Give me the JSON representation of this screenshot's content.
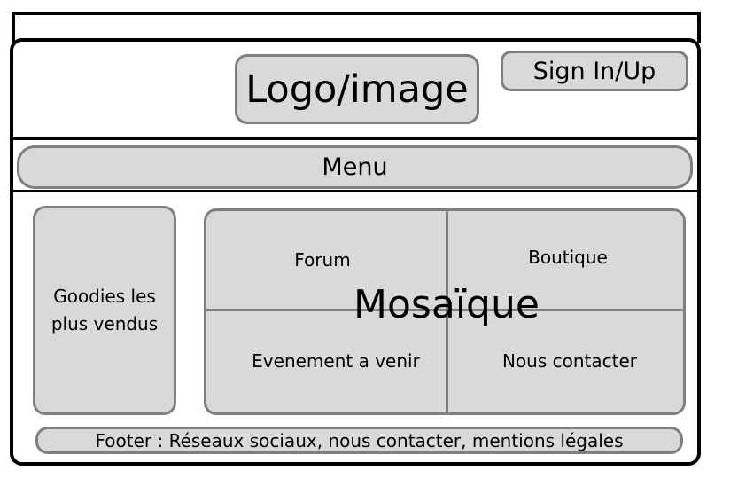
{
  "header": {
    "logo_label": "Logo/image",
    "signin_label": "Sign In/Up"
  },
  "menu": {
    "label": "Menu"
  },
  "sidebar": {
    "goodies_line1": "Goodies les",
    "goodies_line2": "plus vendus"
  },
  "mosaic": {
    "title": "Mosaïque",
    "cells": [
      {
        "label": "Forum"
      },
      {
        "label": "Boutique"
      },
      {
        "label": "Evenement a venir"
      },
      {
        "label": "Nous contacter"
      }
    ]
  },
  "footer": {
    "label": "Footer : Réseaux sociaux, nous contacter, mentions légales"
  },
  "colors": {
    "box_fill": "#d9d9d9",
    "box_border": "#7f7f7f",
    "frame": "#000000"
  }
}
